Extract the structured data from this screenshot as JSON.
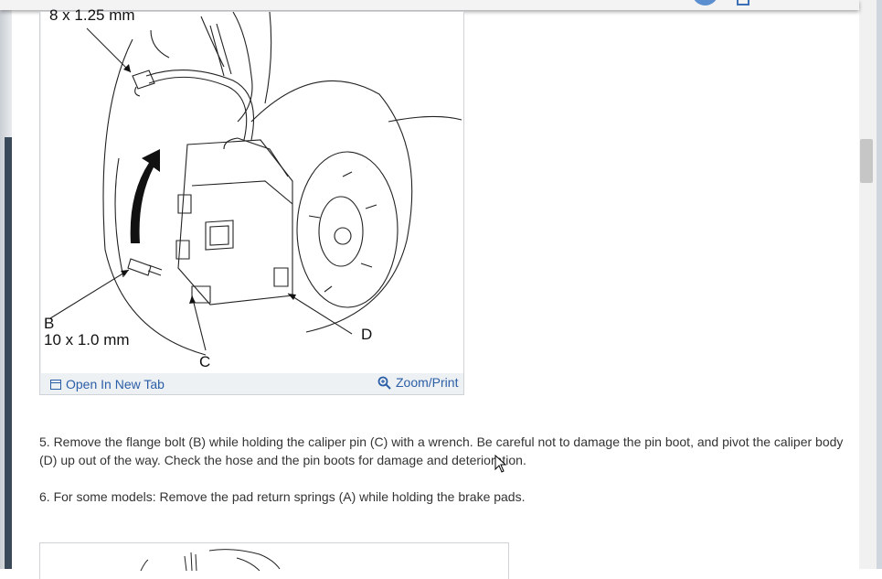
{
  "figure1": {
    "labels": {
      "top": "8 x 1.25 mm",
      "b": "B",
      "b_size": "10 x 1.0 mm",
      "c": "C",
      "d": "D"
    },
    "actions": {
      "open_new_tab": "Open In New Tab",
      "zoom_print": "Zoom/Print"
    }
  },
  "steps": [
    "5. Remove the flange bolt (B) while holding the caliper pin (C) with a wrench. Be careful not to damage the pin boot, and pivot the caliper body (D) up out of the way. Check the hose and the pin boots for damage and deterioration.",
    "6. For some models: Remove the pad return springs (A) while holding the brake pads."
  ],
  "icons": {
    "open_new_tab": "open-new-tab-icon",
    "zoom": "zoom-icon",
    "cursor": "mouse-cursor-icon"
  },
  "colors": {
    "link": "#2a5ea6",
    "text": "#333333",
    "accent": "#5c8fcf"
  }
}
